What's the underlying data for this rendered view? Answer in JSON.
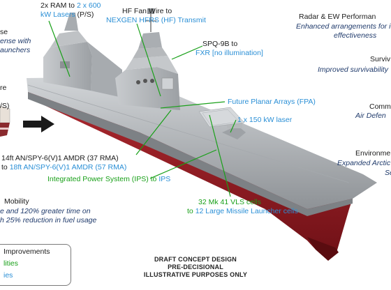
{
  "callouts": {
    "ram": {
      "line1_pre": "2x RAM",
      "line1_to": "to",
      "line1_post": "2 x 600",
      "line2_blue": "kW Lasers",
      "line2_ps": "(P/S)"
    },
    "hf": {
      "line1": "HF Fan Wire to",
      "line2": "NEXGEN HFRS (HF) Transmit"
    },
    "spq": {
      "line1": "SPQ-9B to",
      "line2_blue": "FXR",
      "line2_note": "[no illumination]"
    },
    "fpa": {
      "text": "Future Planar Arrays (FPA)"
    },
    "laser": {
      "text": "1 x 150 kW laser"
    },
    "spy": {
      "line1": "14ft AN/SPY-6(V)1 AMDR (37 RMA)",
      "line2_pre": "to",
      "line2_blue": "18ft AN/SPY-6(V)1 AMDR (57 RMA)"
    },
    "ips": {
      "pre": "Integrated Power System (IPS) to",
      "post": "IPS"
    },
    "vls": {
      "line1": "32 Mk 41 VLS cells",
      "line2_pre": "to",
      "line2_blue": "12 Large Missile Launcher cells"
    },
    "left_top": {
      "l1": "se",
      "l2": "ense with",
      "l3": "aunchers"
    },
    "left_mid": {
      "l1": "re"
    },
    "left_ps": {
      "l1": "/S)"
    },
    "mobility": {
      "title": "Mobility",
      "l1": "e and 120% greater time on",
      "l2": "h 25% reduction in fuel usage"
    }
  },
  "right_panel": {
    "radar": {
      "title": "Radar & EW Performan",
      "l1": "Enhanced arrangements for i",
      "l2": "effectiveness"
    },
    "surv": {
      "title": "Surviv",
      "l1": "Improved survivability"
    },
    "comm": {
      "title": "Comm",
      "l1": "Air Defen"
    },
    "env": {
      "title": "Environme",
      "l1": "Expanded Arctic",
      "l2": "Se"
    }
  },
  "legend": {
    "l1": "Improvements",
    "l2": "lities",
    "l3": "ies"
  },
  "draft": {
    "l1": "DRAFT CONCEPT DESIGN",
    "l2": "PRE-DECISIONAL",
    "l3": "ILLUSTRATIVE PURPOSES ONLY"
  },
  "colors": {
    "green": "#19a019",
    "blue": "#2a8fd6",
    "navy": "#1f3a6b",
    "hull_grey": "#b9bcbf",
    "hull_red": "#9e1c24"
  }
}
